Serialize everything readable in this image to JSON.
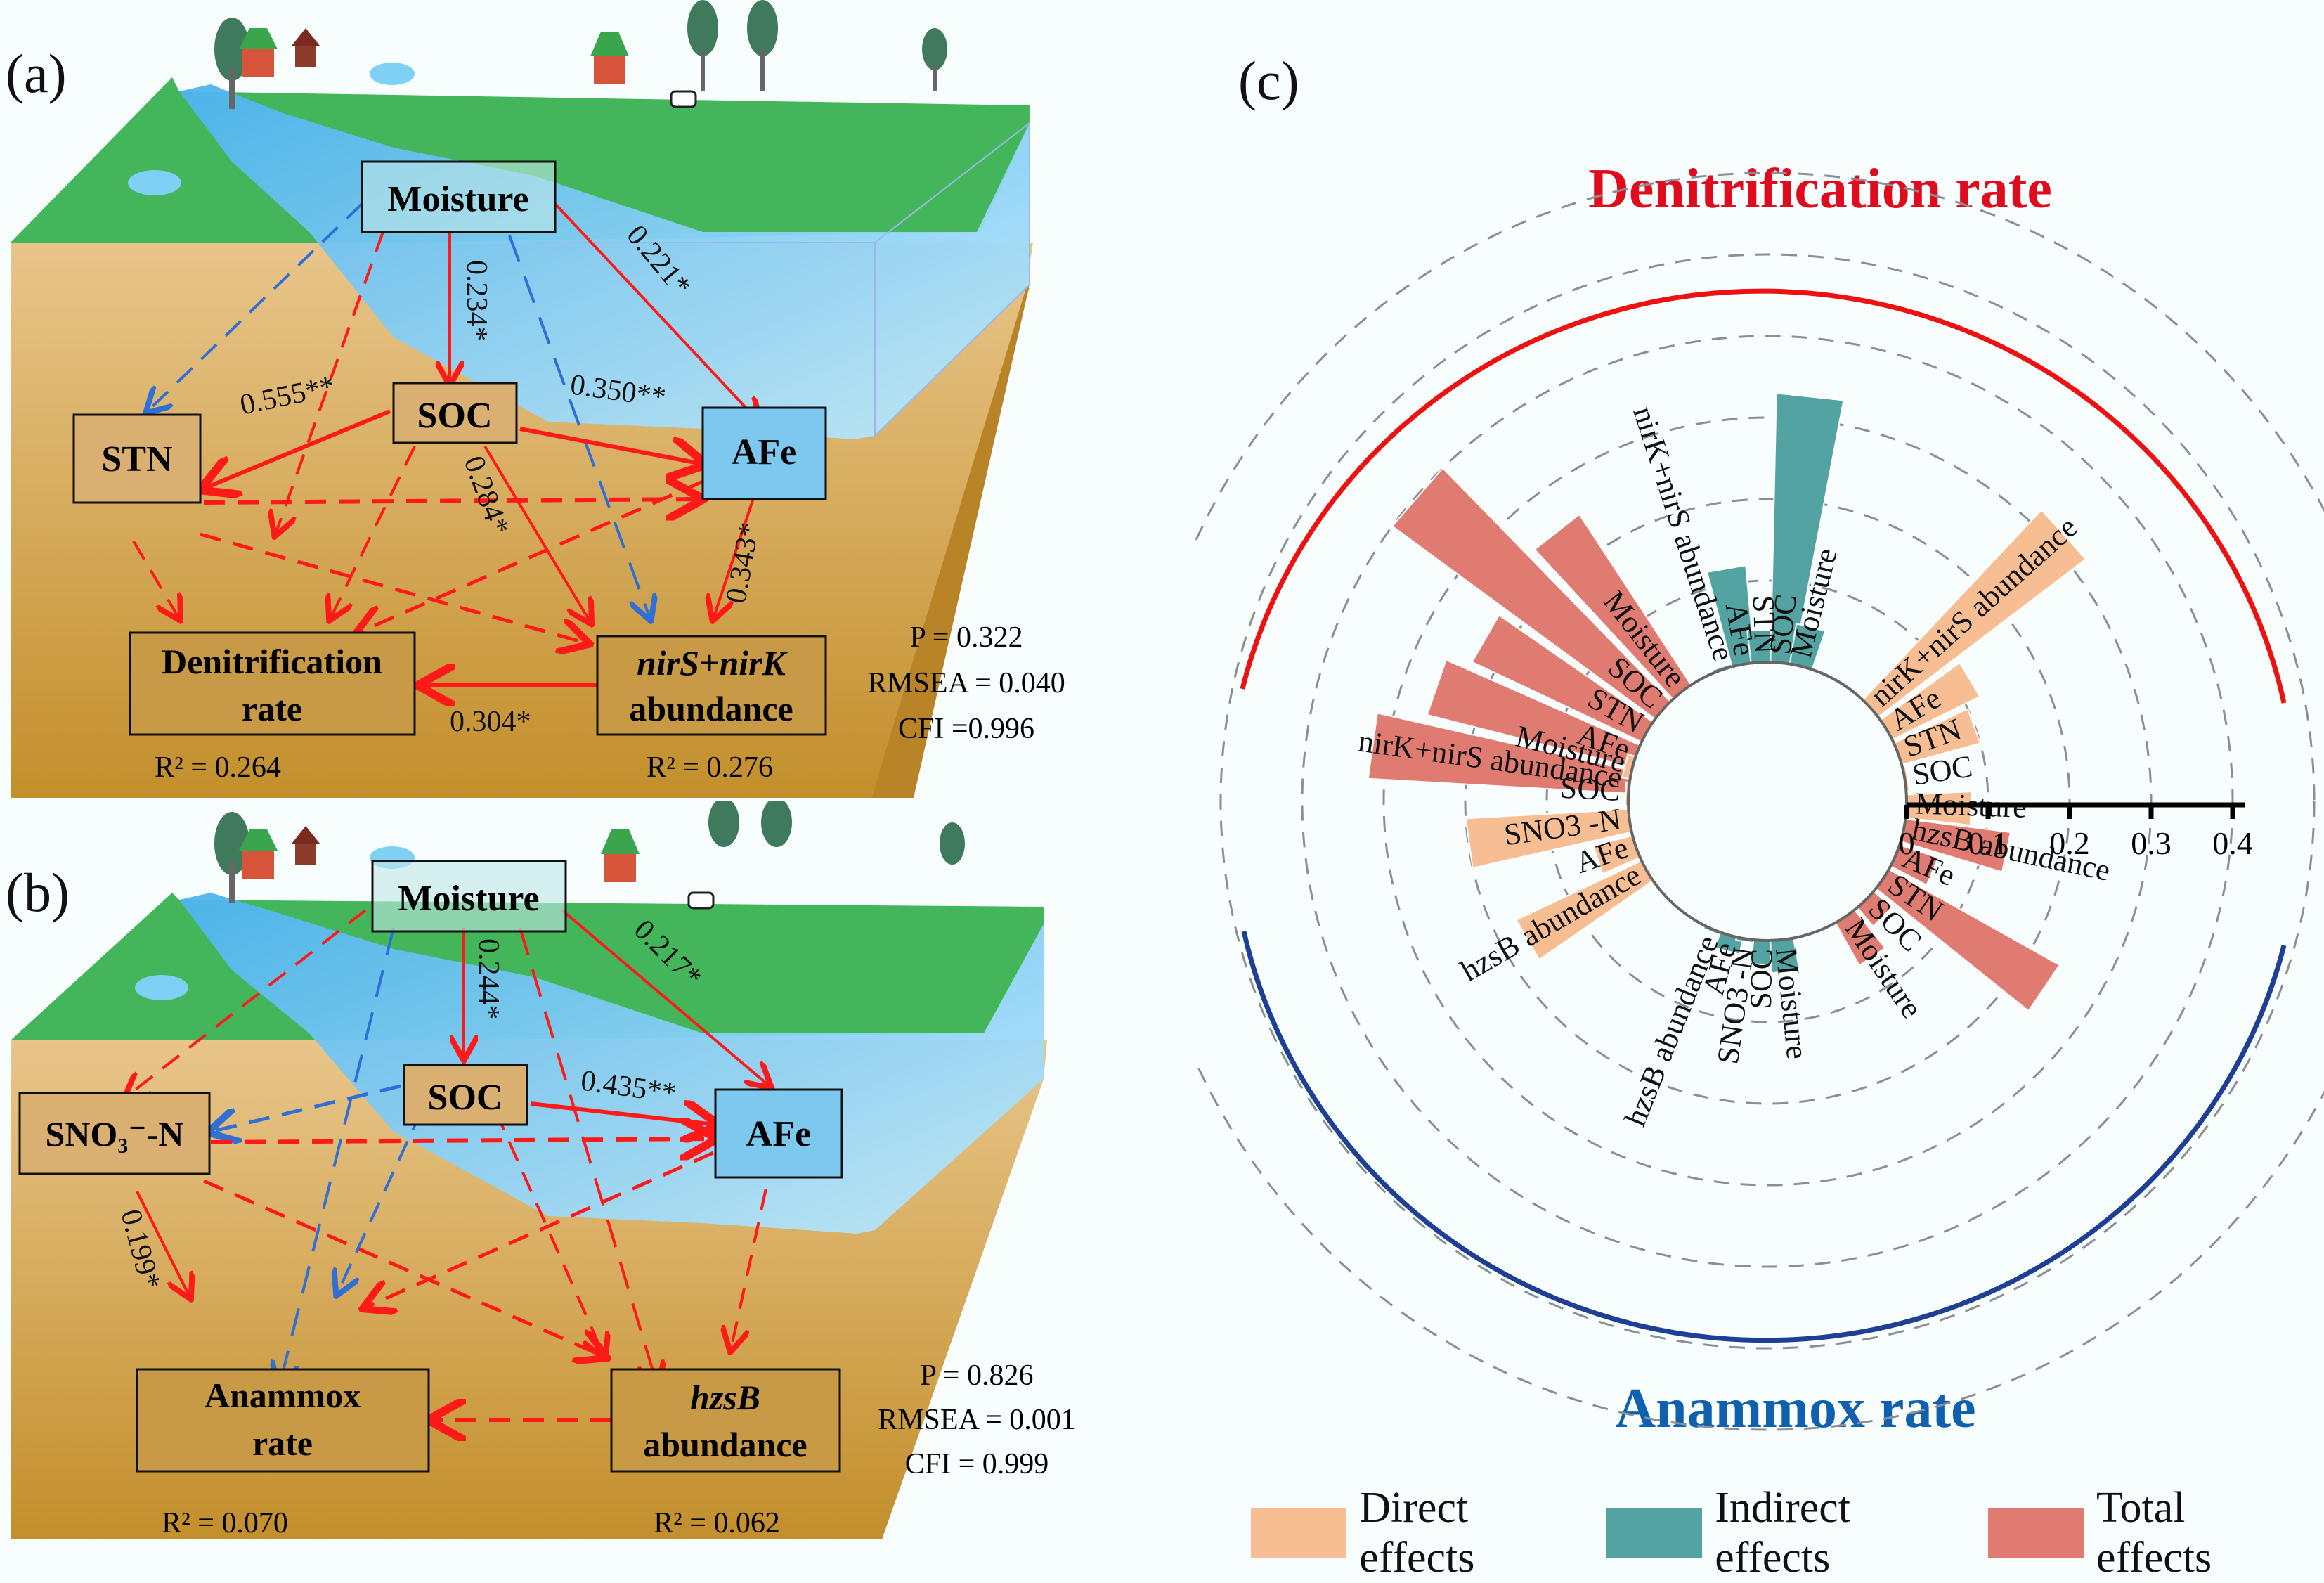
{
  "panels": {
    "a": {
      "label": "(a)",
      "nodes": {
        "moisture": "Moisture",
        "stn": "STN",
        "soc": "SOC",
        "afe": "AFe",
        "rate_line1": "Denitrification",
        "rate_line2": "rate",
        "gene_line1": "nirS+nirK",
        "gene_line2": "abundance"
      },
      "path_coefficients": {
        "moisture_soc": "0.234*",
        "moisture_afe": "0.221*",
        "soc_stn": "0.555**",
        "soc_afe": "0.350**",
        "soc_gene": "0.284*",
        "afe_gene": "0.343*",
        "gene_rate": "0.304*"
      },
      "r2_rate": "R² = 0.264",
      "r2_gene": "R² = 0.276",
      "fit": {
        "p": "P = 0.322",
        "rmsea": "RMSEA = 0.040",
        "cfi": "CFI  =0.996"
      }
    },
    "b": {
      "label": "(b)",
      "nodes": {
        "moisture": "Moisture",
        "sno3": "SNO₃⁻-N",
        "soc": "SOC",
        "afe": "AFe",
        "rate_line1": "Anammox",
        "rate_line2": "rate",
        "gene_line1": "hzsB",
        "gene_line2": "abundance"
      },
      "path_coefficients": {
        "moisture_soc": "0.244*",
        "moisture_afe": "0.217*",
        "soc_afe": "0.435**",
        "sno3_rate": "0.199*"
      },
      "r2_rate": "R² = 0.070",
      "r2_gene": "R² = 0.062",
      "fit": {
        "p": "P = 0.826",
        "rmsea": "RMSEA = 0.001",
        "cfi": "CFI = 0.999"
      }
    },
    "c": {
      "label": "(c)"
    }
  },
  "colors": {
    "direct": "#f7bd93",
    "indirect": "#54a3a3",
    "total": "#e07b72",
    "denitrification": "#e00b1c",
    "anammox": "#1060b0",
    "positive_path": "#ff1a1a",
    "negative_path": "#2f6fd6"
  },
  "chart_data": {
    "type": "bar",
    "subtype": "circular-bar",
    "title_top": "Denitrification rate",
    "title_bottom": "Anammox rate",
    "radial_axis": {
      "ticks": [
        "0",
        "0.1",
        "0.2",
        "0.3",
        "0.4"
      ],
      "range": [
        0,
        0.5
      ],
      "grid": "dashed rings"
    },
    "legend": [
      {
        "key": "direct",
        "label": "Direct effects"
      },
      {
        "key": "indirect",
        "label": "Indirect effects"
      },
      {
        "key": "total",
        "label": "Total effects"
      }
    ],
    "legend_position": "bottom",
    "groups": [
      {
        "response": "Denitrification rate",
        "effect": "total",
        "categories": [
          "nirK+nirS abundance",
          "AFe",
          "STN",
          "SOC",
          "Moisture"
        ],
        "values": [
          0.32,
          0.26,
          0.23,
          0.4,
          0.25
        ]
      },
      {
        "response": "Denitrification rate",
        "effect": "indirect",
        "categories": [
          "nirK+nirS abundance",
          "AFe",
          "STN",
          "SOC",
          "Moisture"
        ],
        "values": [
          0.0,
          0.12,
          0.04,
          0.33,
          0.05
        ]
      },
      {
        "response": "Denitrification rate",
        "effect": "direct",
        "categories": [
          "nirK+nirS abundance",
          "AFe",
          "STN",
          "SOC",
          "Moisture"
        ],
        "values": [
          0.32,
          0.12,
          0.1,
          0.0,
          0.08
        ]
      },
      {
        "response": "Anammox rate",
        "effect": "total",
        "categories": [
          "hzsB abundance",
          "AFe",
          "STN",
          "SOC",
          "Moisture"
        ],
        "values": [
          0.13,
          0.05,
          0.24,
          0.03,
          0.06
        ]
      },
      {
        "response": "Anammox rate",
        "effect": "indirect",
        "categories": [
          "hzsB abundance",
          "AFe",
          "SNO3 -N",
          "SOC",
          "Moisture"
        ],
        "values": [
          0.0,
          0.02,
          0.0,
          0.03,
          0.04
        ]
      },
      {
        "response": "Anammox rate",
        "effect": "direct",
        "categories": [
          "hzsB abundance",
          "AFe",
          "SNO3 -N",
          "SOC",
          "Moisture"
        ],
        "values": [
          0.17,
          0.05,
          0.2,
          0.0,
          0.01
        ]
      }
    ]
  }
}
